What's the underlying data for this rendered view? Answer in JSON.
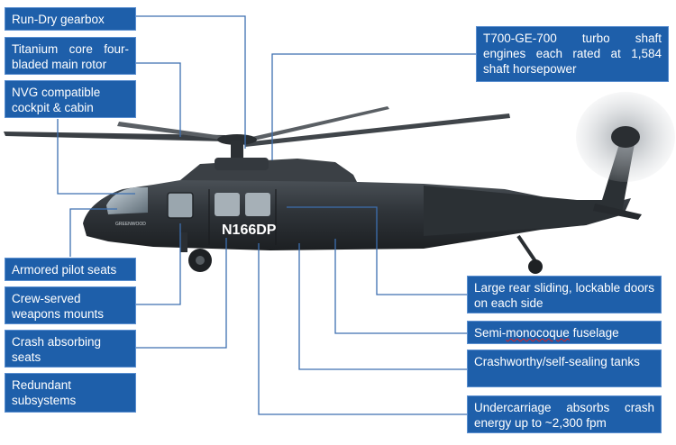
{
  "colors": {
    "callout_bg": "#1e5faa",
    "callout_border": "#5b8fd0",
    "leader": "#3d6fb0",
    "airframe": "#2e3236"
  },
  "aircraft": {
    "registration": "N166DP",
    "nose_marking": "GREENWOOD"
  },
  "callouts": [
    {
      "id": "run-dry-gearbox",
      "text": "Run-Dry gearbox"
    },
    {
      "id": "titanium-rotor",
      "text": "Titanium core four-bladed main rotor"
    },
    {
      "id": "nvg-cockpit",
      "text": "NVG compatible cockpit & cabin"
    },
    {
      "id": "turbo-engines",
      "text": "T700-GE-700 turbo shaft engines each rated at 1,584 shaft horsepower"
    },
    {
      "id": "pilot-seats",
      "text": "Armored pilot seats"
    },
    {
      "id": "weapons-mounts",
      "text": "Crew-served weapons mounts"
    },
    {
      "id": "crash-seats",
      "text": "Crash absorbing seats"
    },
    {
      "id": "redundant",
      "text": "Redundant subsystems"
    },
    {
      "id": "sliding-doors",
      "text": "Large rear sliding, lockable doors on each side"
    },
    {
      "id": "fuselage",
      "text": "Semi-monocoque fuselage",
      "prefix": "Semi-",
      "flagged": "monocoque",
      "suffix": " fuselage"
    },
    {
      "id": "fuel-tanks",
      "text": "Crashworthy/self-sealing tanks"
    },
    {
      "id": "undercarriage",
      "text": "Undercarriage absorbs crash energy up to ~2,300 fpm"
    }
  ]
}
